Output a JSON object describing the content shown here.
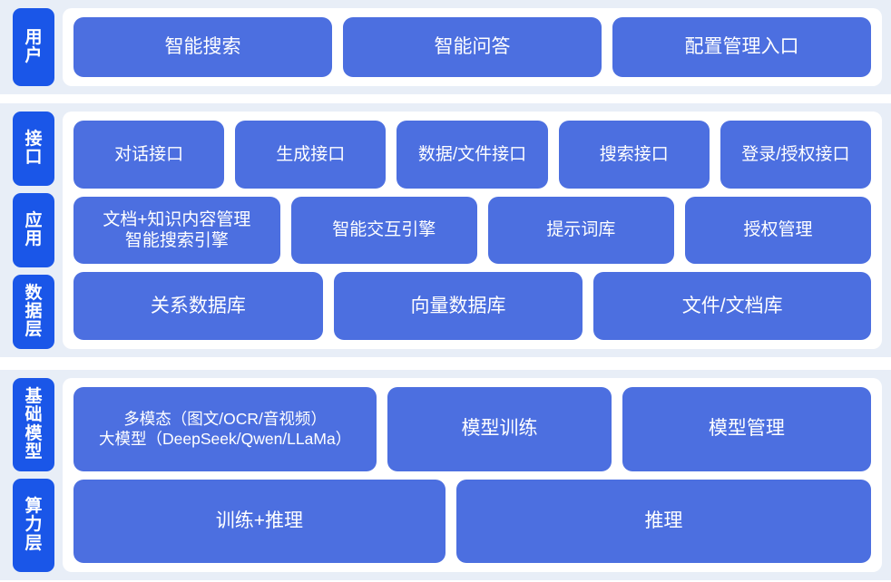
{
  "colors": {
    "page_background": "#ffffff",
    "section_background": "#e8eef7",
    "tab_blue": "#1a56e8",
    "box_blue": "#4c6fe0",
    "content_background": "#ffffff",
    "text": "#ffffff"
  },
  "sections": [
    {
      "id": "user",
      "tabs": [
        "用户"
      ],
      "rows": [
        {
          "id": "user-row",
          "boxes": [
            "智能搜索",
            "智能问答",
            "配置管理入口"
          ]
        }
      ]
    },
    {
      "id": "middle",
      "tabs": [
        "接口",
        "应用",
        "数据层"
      ],
      "rows": [
        {
          "id": "interface-row",
          "boxes": [
            "对话接口",
            "生成接口",
            "数据/文件接口",
            "搜索接口",
            "登录/授权接口"
          ]
        },
        {
          "id": "application-row",
          "boxes": [
            "文档+知识内容管理\n智能搜索引擎",
            "智能交互引擎",
            "提示词库",
            "授权管理"
          ]
        },
        {
          "id": "data-row",
          "boxes": [
            "关系数据库",
            "向量数据库",
            "文件/文档库"
          ]
        }
      ]
    },
    {
      "id": "base",
      "tabs": [
        "基础模型",
        "算力层"
      ],
      "rows": [
        {
          "id": "model-row",
          "boxes": [
            "多模态（图文/OCR/音视频）\n大模型（DeepSeek/Qwen/LLaMa）",
            "模型训练",
            "模型管理"
          ]
        },
        {
          "id": "compute-row",
          "boxes": [
            "训练+推理",
            "推理"
          ]
        }
      ]
    }
  ]
}
